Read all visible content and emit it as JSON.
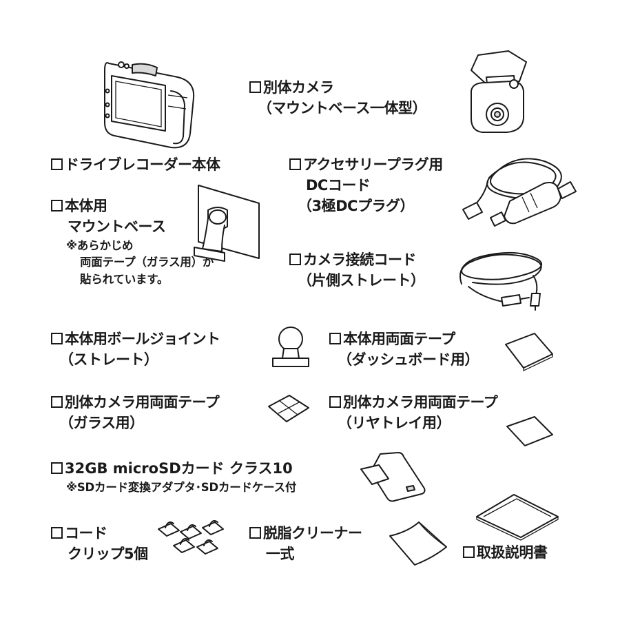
{
  "items": {
    "recorder": {
      "lines": [
        "ドライブレコーダー本体"
      ]
    },
    "rear_camera": {
      "lines": [
        "別体カメラ",
        "（マウントベース一体型）"
      ]
    },
    "mount_base": {
      "lines": [
        "本体用",
        "マウントベース"
      ],
      "note": [
        "※あらかじめ",
        "両面テープ（ガラス用）が",
        "貼られています。"
      ]
    },
    "accessory_plug": {
      "lines": [
        "アクセサリープラグ用",
        "DCコード",
        "（3極DCプラグ）"
      ]
    },
    "camera_cord": {
      "lines": [
        "カメラ接続コード",
        "（片側ストレート）"
      ]
    },
    "ball_joint": {
      "lines": [
        "本体用ボールジョイント",
        "（ストレート）"
      ]
    },
    "dash_tape": {
      "lines": [
        "本体用両面テープ",
        "（ダッシュボード用）"
      ]
    },
    "cam_glass_tape": {
      "lines": [
        "別体カメラ用両面テープ",
        "（ガラス用）"
      ]
    },
    "cam_rear_tape": {
      "lines": [
        "別体カメラ用両面テープ",
        "（リヤトレイ用）"
      ]
    },
    "microsd": {
      "lines": [
        "32GB microSDカード クラス10"
      ],
      "note": [
        "※SDカード変換アダプタ･SDカードケース付"
      ]
    },
    "clips": {
      "lines": [
        "コード",
        "クリップ5個"
      ]
    },
    "cleaner": {
      "lines": [
        "脱脂クリーナー",
        "一式"
      ]
    },
    "manual": {
      "lines": [
        "取扱説明書"
      ]
    }
  },
  "icons": {
    "checkbox": "empty-checkbox-icon",
    "recorder": "dashcam-icon",
    "rear_camera": "rear-camera-icon",
    "mount_base": "mount-base-icon",
    "accessory_plug": "dc-cord-icon",
    "camera_cord": "camera-cord-icon",
    "ball_joint": "ball-joint-icon",
    "dash_tape": "tape-icon",
    "cam_glass_tape": "tape-icon",
    "cam_rear_tape": "tape-icon",
    "microsd": "microsd-card-icon",
    "clips": "cord-clip-icon",
    "cleaner": "cleaner-wipe-icon",
    "manual": "manual-booklet-icon"
  },
  "colors": {
    "ink": "#1a1a1a",
    "background": "#ffffff",
    "shade": "#d9d9d9"
  }
}
